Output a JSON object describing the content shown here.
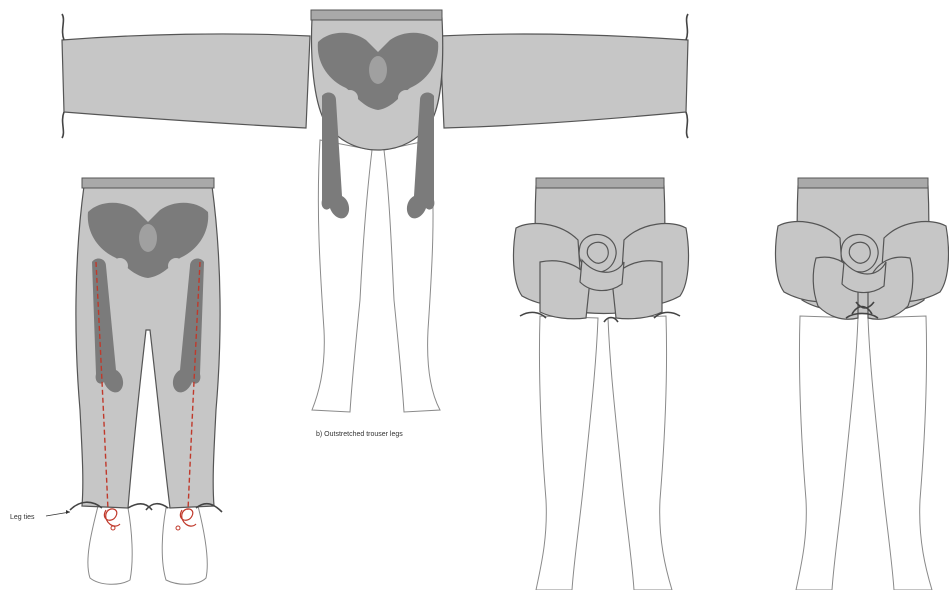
{
  "figure": {
    "caption_b": "b) Outstretched trouser legs",
    "label_leg_ties": "Leg ties"
  },
  "colors": {
    "fabric": "#c6c6c6",
    "waistband": "#a9a9a9",
    "bone": "#7b7b7b",
    "stitch_line": "#c0392b",
    "outline": "#8a8a8a"
  },
  "panels": [
    {
      "id": "a",
      "description": "trouser legs tied at ankles over body"
    },
    {
      "id": "b",
      "description": "trouser legs outstretched horizontally"
    },
    {
      "id": "c",
      "description": "legs wrapped and knotted at front"
    },
    {
      "id": "d",
      "description": "legs wrapped, knotted and tied below"
    }
  ]
}
